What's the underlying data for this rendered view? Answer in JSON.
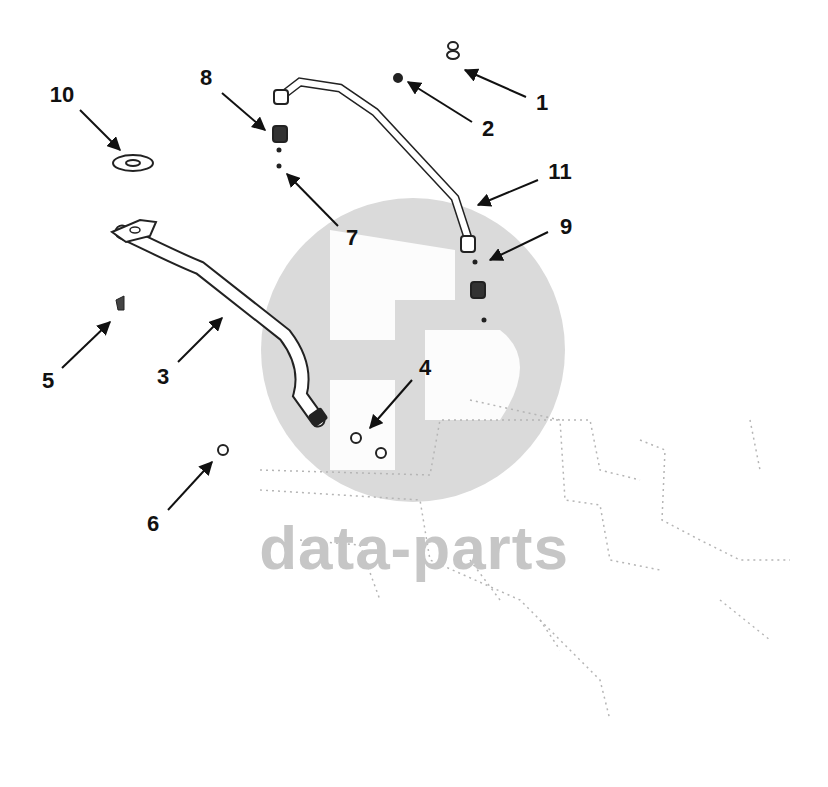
{
  "diagram": {
    "labels": [
      "10",
      "8",
      "1",
      "2",
      "11",
      "9",
      "7",
      "5",
      "3",
      "4",
      "6",
      "data-parts"
    ]
  }
}
